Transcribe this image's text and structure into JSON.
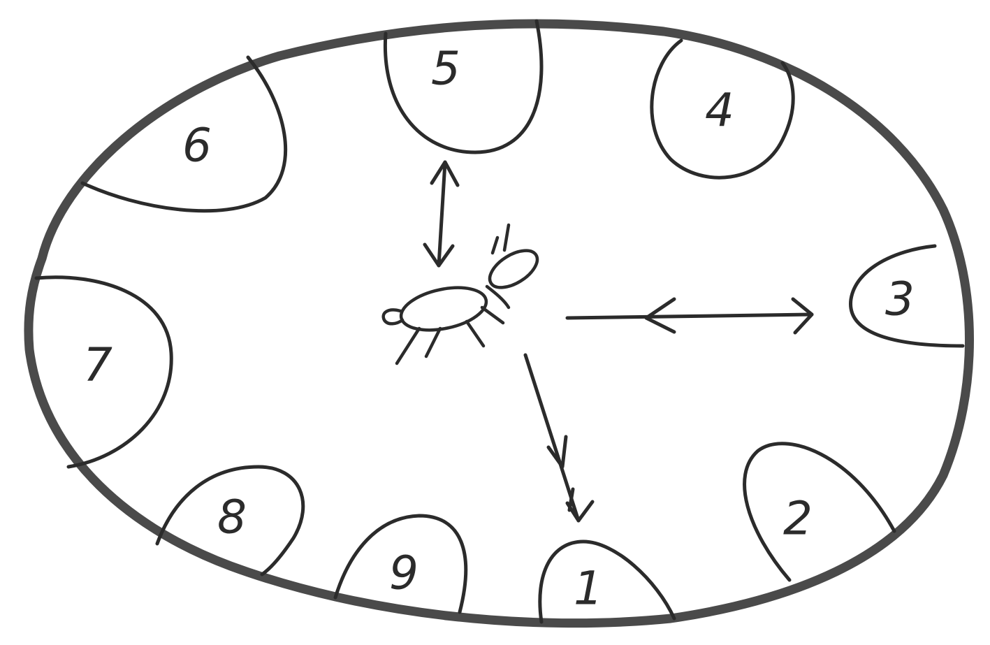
{
  "diagram": {
    "chambers": [
      {
        "id": "1",
        "label": "1"
      },
      {
        "id": "2",
        "label": "2"
      },
      {
        "id": "3",
        "label": "3"
      },
      {
        "id": "4",
        "label": "4"
      },
      {
        "id": "5",
        "label": "5"
      },
      {
        "id": "6",
        "label": "6"
      },
      {
        "id": "7",
        "label": "7"
      },
      {
        "id": "8",
        "label": "8"
      },
      {
        "id": "9",
        "label": "9"
      }
    ],
    "colors": {
      "ink": "#2b2b2b",
      "outline": "#4a4a4a",
      "background": "#ffffff"
    }
  }
}
